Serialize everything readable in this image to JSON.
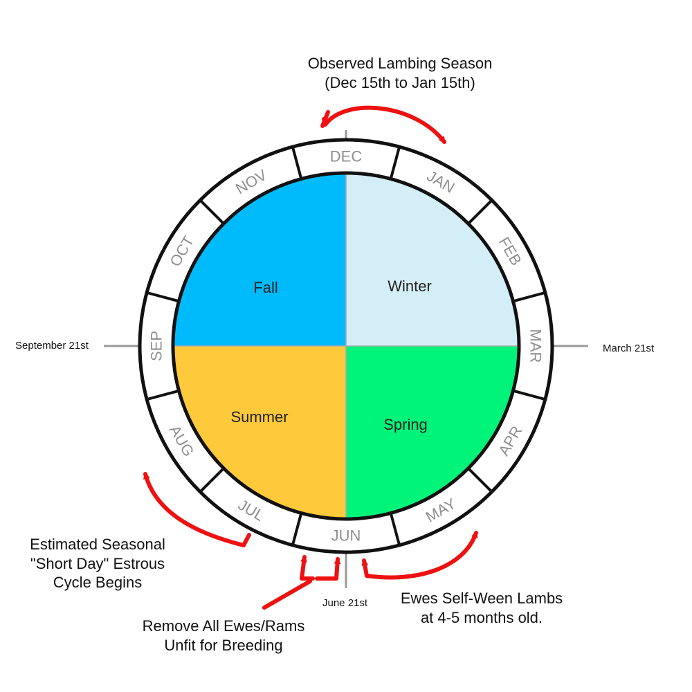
{
  "months": [
    "DEC",
    "JAN",
    "FEB",
    "MAR",
    "APR",
    "MAY",
    "JUN",
    "JUL",
    "AUG",
    "SEP",
    "OCT",
    "NOV"
  ],
  "seasons": {
    "winter": {
      "label": "Winter",
      "color": "#d4eef8"
    },
    "spring": {
      "label": "Spring",
      "color": "#00f47a"
    },
    "summer": {
      "label": "Summer",
      "color": "#fec93a"
    },
    "fall": {
      "label": "Fall",
      "color": "#00bbfb"
    }
  },
  "axis_labels": {
    "right": "March 21st",
    "left": "September 21st",
    "bottom": "June 21st"
  },
  "annotations": {
    "lambing": {
      "line1": "Observed Lambing Season",
      "line2": "(Dec 15th to Jan 15th)"
    },
    "estrous": {
      "line1": "Estimated Seasonal",
      "line2": "\"Short Day\" Estrous",
      "line3": "Cycle Begins"
    },
    "remove": {
      "line1": "Remove All Ewes/Rams",
      "line2": "Unfit for Breeding"
    },
    "wean": {
      "line1": "Ewes Self-Ween Lambs",
      "line2": "at 4-5 months old."
    }
  },
  "colors": {
    "arrow": "#ee1111",
    "ring_stroke": "#111111",
    "axis_line": "#999999"
  }
}
